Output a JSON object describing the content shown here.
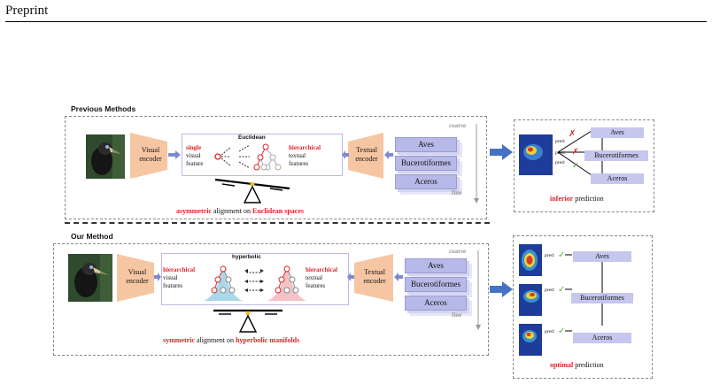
{
  "header": {
    "running_head": "Preprint"
  },
  "previous": {
    "section_title": "Previous Methods",
    "visual_encoder": [
      "Visual",
      "encoder"
    ],
    "textual_encoder": [
      "Textual",
      "encoder"
    ],
    "space_label": "Euclidean",
    "visual_feature": {
      "kw": "single",
      "line2": "visual",
      "line3": "feature"
    },
    "textual_feature": {
      "kw": "hierarchical",
      "line2": "textual",
      "line3": "features"
    },
    "labels": [
      "Aves",
      "Bucerotiformes",
      "Aceros"
    ],
    "coarse": "coarse",
    "fine": "fine",
    "caption": {
      "kw1": "asymmetric",
      "mid": " alignment on ",
      "kw2": "Euclidean spaces"
    },
    "result": {
      "pred_label": "pred:",
      "tax": [
        "Aves",
        "Bucerotiformes",
        "Aceros"
      ],
      "caption_kw": "inferior",
      "caption_rest": " prediction"
    }
  },
  "ours": {
    "section_title": "Our Method",
    "visual_encoder": [
      "Visual",
      "encoder"
    ],
    "textual_encoder": [
      "Textual",
      "encoder"
    ],
    "space_label": "hyperbolic",
    "visual_feature": {
      "kw": "hierarchical",
      "line2": "visual",
      "line3": "features"
    },
    "textual_feature": {
      "kw": "hierarchical",
      "line2": "textual",
      "line3": "features"
    },
    "labels": [
      "Aves",
      "Bucerotiformes",
      "Aceros"
    ],
    "coarse": "coarse",
    "fine": "fine",
    "caption": {
      "kw1": "symmetric",
      "mid": " alignment on ",
      "kw2": "hyperbolic manifolds"
    },
    "result": {
      "pred_label": "pred:",
      "tax": [
        "Aves",
        "Bucerotiformes",
        "Aceros"
      ],
      "caption_kw": "optimal",
      "caption_rest": " prediction"
    }
  },
  "colors": {
    "highlight": "#e0242a",
    "encoder": "#f6c6a3",
    "label_box": "#b7b9e8",
    "arrow": "#4472c4"
  }
}
